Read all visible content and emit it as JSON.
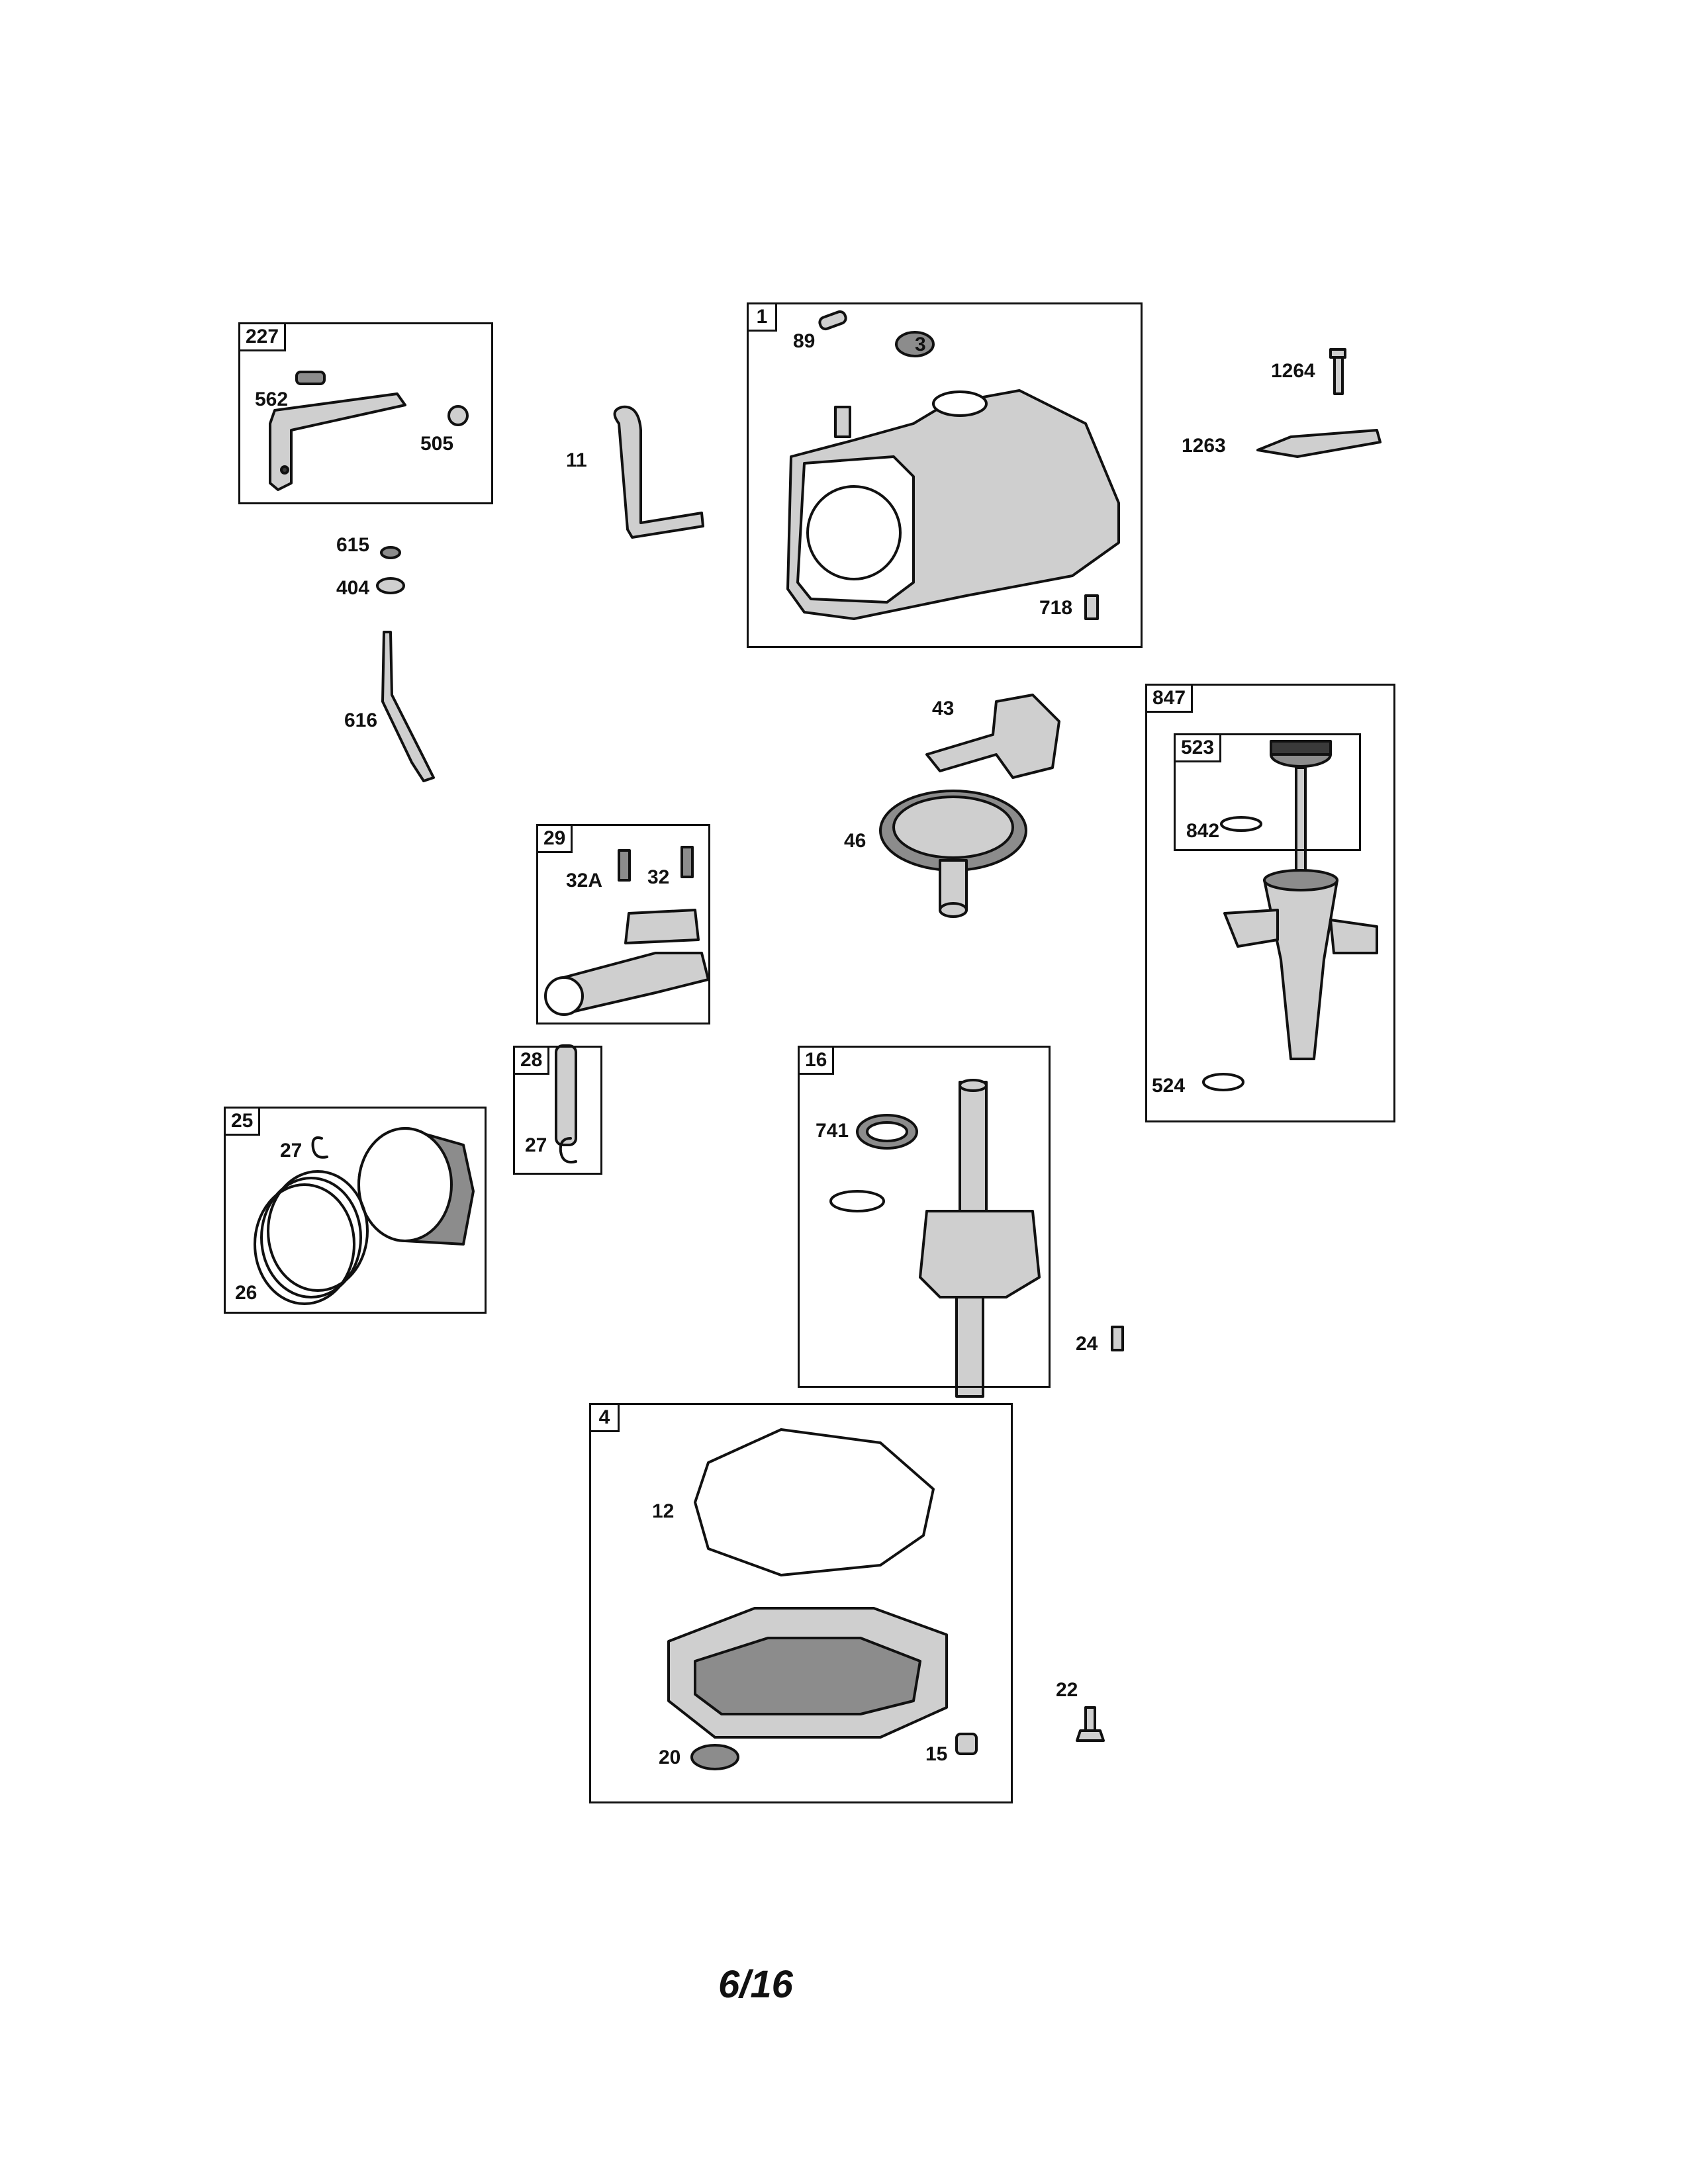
{
  "page": {
    "number": "6/16"
  },
  "groups": {
    "g227": "227",
    "g1": "1",
    "g847": "847",
    "g523": "523",
    "g29": "29",
    "g28": "28",
    "g25": "25",
    "g16": "16",
    "g4": "4"
  },
  "labels": {
    "p562": "562",
    "p505": "505",
    "p11": "11",
    "p615": "615",
    "p404": "404",
    "p616": "616",
    "p3": "3",
    "p89": "89",
    "p718": "718",
    "p1264": "1264",
    "p1263": "1263",
    "p43": "43",
    "p46": "46",
    "p842": "842",
    "p524": "524",
    "p32A": "32A",
    "p32": "32",
    "p27a": "27",
    "p27b": "27",
    "p26": "26",
    "p741": "741",
    "p24": "24",
    "p12": "12",
    "p20": "20",
    "p15": "15",
    "p22": "22"
  }
}
